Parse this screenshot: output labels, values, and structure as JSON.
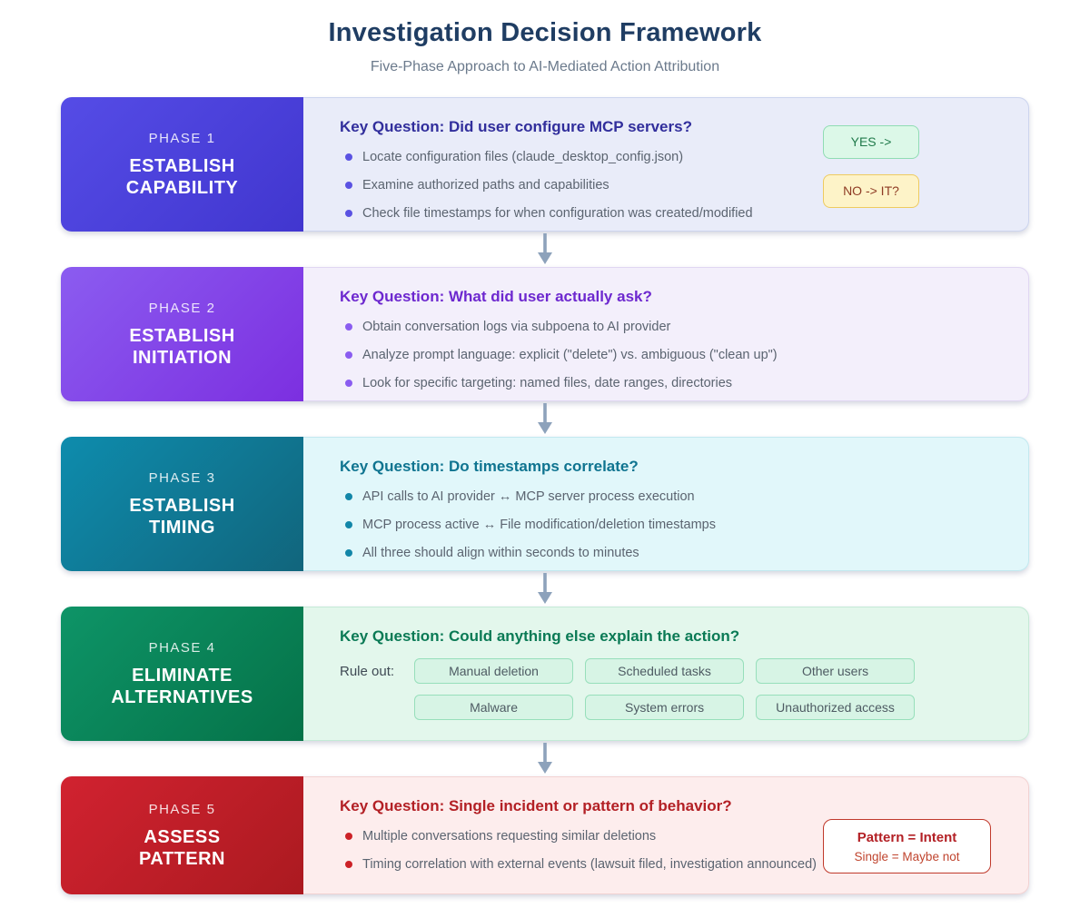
{
  "header": {
    "title": "Investigation Decision Framework",
    "subtitle": "Five-Phase Approach to AI-Mediated Action Attribution"
  },
  "arrow": {
    "color": "#8da2bb",
    "direction": "down"
  },
  "phases": [
    {
      "label": "PHASE 1",
      "name_lines": [
        "ESTABLISH",
        "CAPABILITY"
      ],
      "key_question": "Key Question: Did user configure MCP servers?",
      "bullets": [
        "Locate configuration files (claude_desktop_config.json)",
        "Examine authorized paths and capabilities",
        "Check file timestamps for when configuration was created/modified"
      ],
      "badges": [
        {
          "label": "YES ->",
          "type": "yes"
        },
        {
          "label": "NO -> IT?",
          "type": "no"
        }
      ],
      "colors": {
        "panel_start": "#554ce6",
        "panel_end": "#4136cf",
        "content_bg": "#e9ecf9",
        "heading": "#312e9c"
      }
    },
    {
      "label": "PHASE 2",
      "name_lines": [
        "ESTABLISH",
        "INITIATION"
      ],
      "key_question": "Key Question: What did user actually ask?",
      "bullets": [
        "Obtain conversation logs via subpoena to AI provider",
        "Analyze prompt language: explicit (\"delete\") vs. ambiguous (\"clean up\")",
        "Look for specific targeting: named files, date ranges, directories"
      ],
      "colors": {
        "panel_start": "#8b5cf0",
        "panel_end": "#7c2fe0",
        "content_bg": "#f3effb",
        "heading": "#6d28cf"
      }
    },
    {
      "label": "PHASE 3",
      "name_lines": [
        "ESTABLISH",
        "TIMING"
      ],
      "key_question": "Key Question: Do timestamps correlate?",
      "bullets": [
        "API calls to AI provider ↔ MCP server process execution",
        "MCP process active ↔ File modification/deletion timestamps",
        "All three should align within seconds to minutes"
      ],
      "colors": {
        "panel_start": "#0e8cad",
        "panel_end": "#11657c",
        "content_bg": "#e1f7fa",
        "heading": "#0f7490"
      }
    },
    {
      "label": "PHASE 4",
      "name_lines": [
        "ELIMINATE",
        "ALTERNATIVES"
      ],
      "key_question": "Key Question: Could anything else explain the action?",
      "rule_out_label": "Rule out:",
      "chips": [
        "Manual deletion",
        "Scheduled tasks",
        "Other users",
        "Malware",
        "System errors",
        "Unauthorized access"
      ],
      "colors": {
        "panel_start": "#0e9467",
        "panel_end": "#057248",
        "content_bg": "#e3f7ec",
        "heading": "#0a7a55"
      }
    },
    {
      "label": "PHASE 5",
      "name_lines": [
        "ASSESS",
        "PATTERN"
      ],
      "key_question": "Key Question: Single incident or pattern of behavior?",
      "bullets": [
        "Multiple conversations requesting similar deletions",
        "Timing correlation with external events (lawsuit filed, investigation announced)"
      ],
      "callout": {
        "line1": "Pattern = Intent",
        "line2": "Single = Maybe not"
      },
      "colors": {
        "panel_start": "#d12230",
        "panel_end": "#ab1a20",
        "content_bg": "#fdeded",
        "heading": "#b32025"
      }
    }
  ]
}
